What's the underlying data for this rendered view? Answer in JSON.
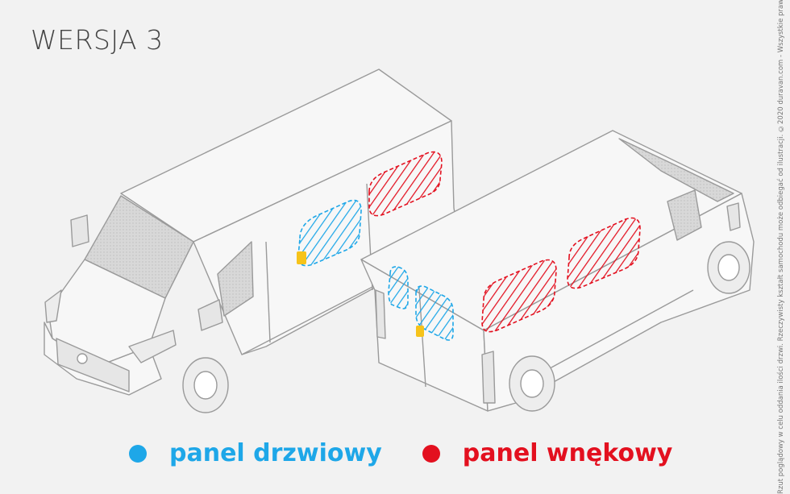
{
  "title": "WERSJA 3",
  "legend": [
    {
      "label": "panel drzwiowy",
      "color": "#1ea7e8"
    },
    {
      "label": "panel wnękowy",
      "color": "#e3101f"
    }
  ],
  "disclaimer": "Rzut poglądowy w celu oddania ilości drzwi. Rzeczywisty kształt samochodu może odbiegać od ilustracji. ©2020 duravan.com - Wszystkie prawa zastrzeżone.",
  "colors": {
    "door_panel": "#1ea7e8",
    "recess_panel": "#e3101f",
    "handle": "#f6c31a",
    "outline": "#9a9a9a"
  }
}
